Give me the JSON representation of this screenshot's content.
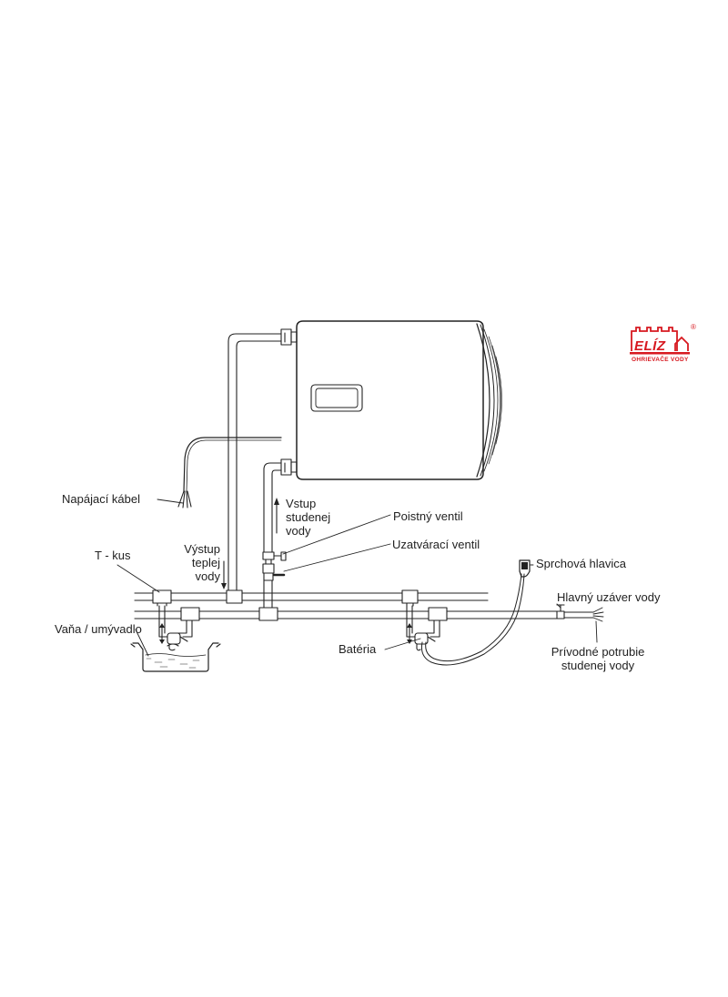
{
  "labels": {
    "power_cable": "Napájací kábel",
    "t_piece": "T - kus",
    "hot_outlet": [
      "Výstup",
      "teplej",
      "vody"
    ],
    "cold_inlet": [
      "Vstup",
      "studenej",
      "vody"
    ],
    "safety_valve": "Poistný ventil",
    "shutoff_valve": "Uzatvárací ventil",
    "shower_head": "Sprchová hlavica",
    "main_shutoff": "Hlavný uzáver vody",
    "supply_pipe": [
      "Prívodné potrubie",
      "studenej vody"
    ],
    "bath_basin": "Vaňa / umývadlo",
    "mixer_tap": "Batéria"
  },
  "logo": {
    "brand": "ELÍZ",
    "registered": "®",
    "tagline": "OHRIEVAČE VODY",
    "color": "#d71920"
  },
  "colors": {
    "line": "#222222",
    "background": "#ffffff"
  }
}
